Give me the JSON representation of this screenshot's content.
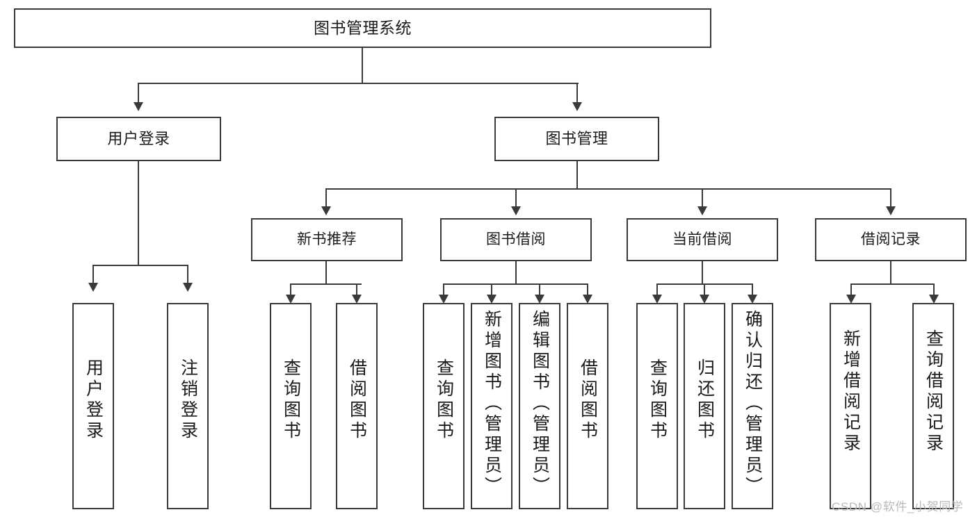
{
  "diagram": {
    "title": "图书管理系统",
    "type": "tree-hierarchy",
    "root": {
      "label": "图书管理系统"
    },
    "level2": [
      {
        "label": "用户登录"
      },
      {
        "label": "图书管理"
      }
    ],
    "level3": [
      {
        "label": "新书推荐"
      },
      {
        "label": "图书借阅"
      },
      {
        "label": "当前借阅"
      },
      {
        "label": "借阅记录"
      }
    ],
    "leaves": {
      "user_login": [
        {
          "label": "用户登录"
        },
        {
          "label": "注销登录"
        }
      ],
      "new_book_recommend": [
        {
          "label": "查询图书"
        },
        {
          "label": "借阅图书"
        }
      ],
      "book_borrow": [
        {
          "label": "查询图书"
        },
        {
          "label": "新增图书（管理员）"
        },
        {
          "label": "编辑图书（管理员）"
        },
        {
          "label": "借阅图书"
        }
      ],
      "current_borrow": [
        {
          "label": "查询图书"
        },
        {
          "label": "归还图书"
        },
        {
          "label": "确认归还（管理员）"
        }
      ],
      "borrow_record": [
        {
          "label": "新增借阅记录"
        },
        {
          "label": "查询借阅记录"
        }
      ]
    }
  },
  "watermark": {
    "text": "CSDN @软件_小贺同学"
  },
  "colors": {
    "stroke": "#3a3a3a",
    "background": "#ffffff",
    "text": "#1a1a1a",
    "watermark": "#b9b9b9"
  }
}
